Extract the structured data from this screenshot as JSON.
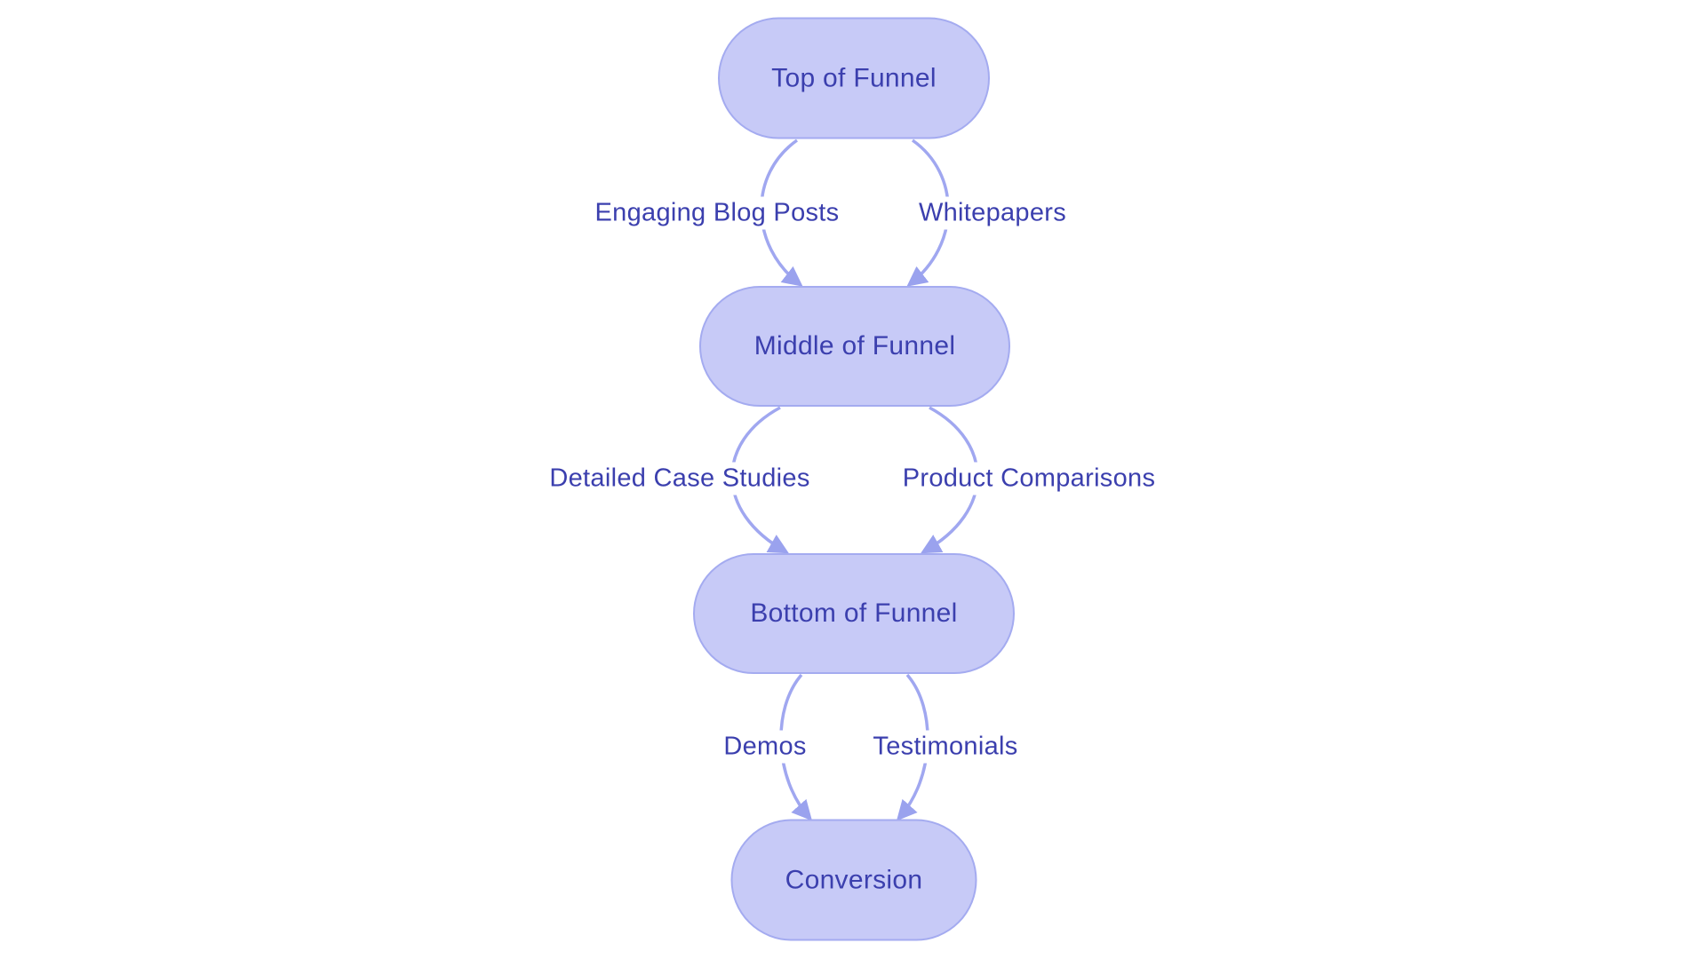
{
  "diagram": {
    "type": "flowchart",
    "direction": "top-down",
    "background_color": "#ffffff",
    "node_fill_color": "#c7caf7",
    "node_border_color": "#a4abf0",
    "edge_color": "#a0a7f0",
    "text_color": "#3b3fae",
    "nodes": [
      {
        "id": "top",
        "label": "Top of Funnel"
      },
      {
        "id": "middle",
        "label": "Middle of Funnel"
      },
      {
        "id": "bottom",
        "label": "Bottom of Funnel"
      },
      {
        "id": "conversion",
        "label": "Conversion"
      }
    ],
    "edges": [
      {
        "from": "Top of Funnel",
        "to": "Middle of Funnel",
        "label": "Engaging Blog Posts"
      },
      {
        "from": "Top of Funnel",
        "to": "Middle of Funnel",
        "label": "Whitepapers"
      },
      {
        "from": "Middle of Funnel",
        "to": "Bottom of Funnel",
        "label": "Detailed Case Studies"
      },
      {
        "from": "Middle of Funnel",
        "to": "Bottom of Funnel",
        "label": "Product Comparisons"
      },
      {
        "from": "Bottom of Funnel",
        "to": "Conversion",
        "label": "Demos"
      },
      {
        "from": "Bottom of Funnel",
        "to": "Conversion",
        "label": "Testimonials"
      }
    ]
  }
}
